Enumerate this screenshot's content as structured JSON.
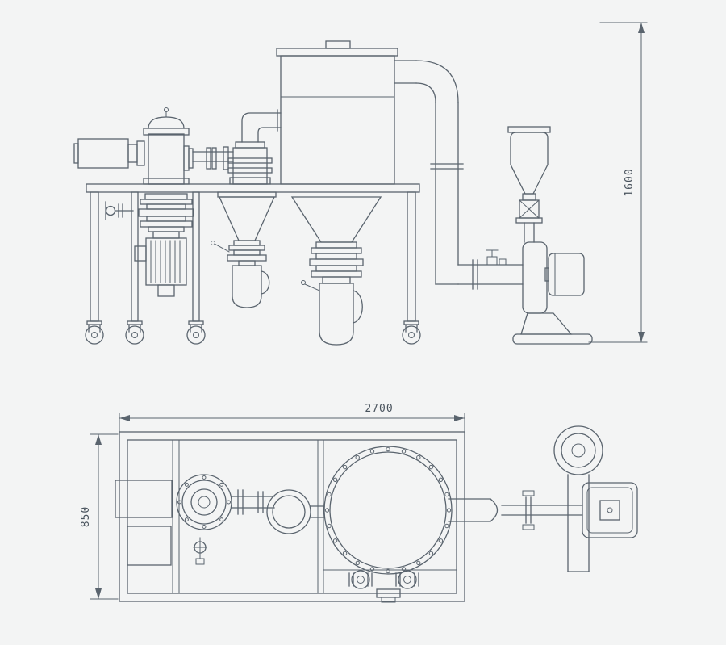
{
  "drawing": {
    "background_color": "#f3f4f4",
    "line_color": "#5a646e",
    "text_color": "#49535d",
    "type": "technical engineering drawing, jet-mill / pulverizer system, two orthographic views"
  },
  "dimensions": {
    "height": "1600",
    "length": "2700",
    "depth": "850"
  }
}
